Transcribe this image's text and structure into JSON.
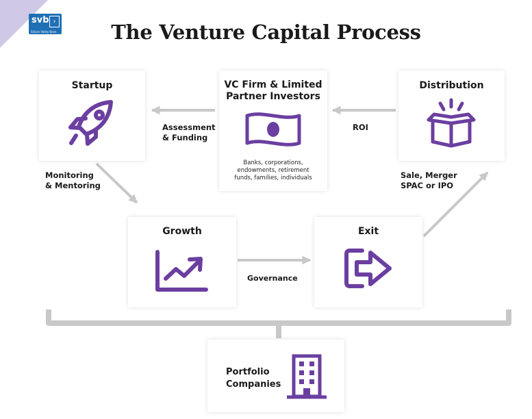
{
  "brand": {
    "mark": "svb",
    "chevron": "›",
    "name": "Silicon Valley Bank"
  },
  "title": "The Venture Capital Process",
  "nodes": {
    "startup": {
      "title": "Startup",
      "icon": "rocket-icon"
    },
    "vc_firm": {
      "title_line1": "VC Firm & Limited",
      "title_line2": "Partner Investors",
      "icon": "money-bill-icon",
      "desc_lines": [
        "Banks, corporations,",
        "endowments, retirement",
        "funds, families, individuals"
      ]
    },
    "distribution": {
      "title": "Distribution",
      "icon": "open-box-icon"
    },
    "growth": {
      "title": "Growth",
      "icon": "chart-up-icon"
    },
    "exit": {
      "title": "Exit",
      "icon": "exit-arrow-icon"
    },
    "portfolio": {
      "title_line1": "Portfolio",
      "title_line2": "Companies",
      "icon": "building-icon"
    }
  },
  "edges": {
    "assessment": [
      "Assessment",
      "& Funding"
    ],
    "roi": "ROI",
    "monitoring": [
      "Monitoring",
      "& Mentoring"
    ],
    "sale": [
      "Sale, Merger",
      "SPAC or IPO"
    ],
    "governance": "Governance"
  },
  "colors": {
    "accent": "#6b3fa0",
    "arrow": "#c8c8c8",
    "logo": "#1f6fb5"
  }
}
